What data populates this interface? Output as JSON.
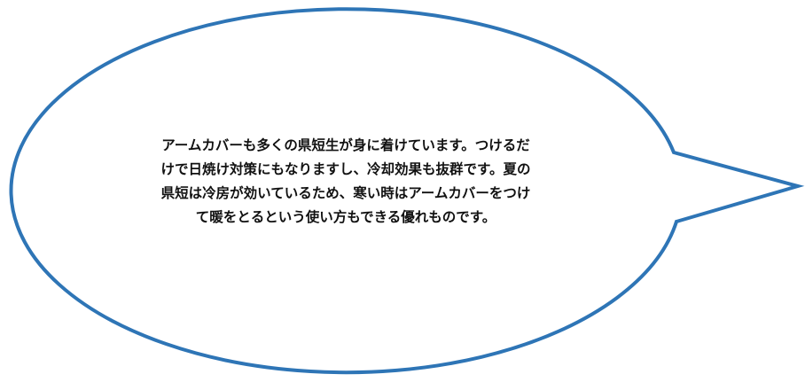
{
  "speech_bubble": {
    "outline_color": "#2e75b6",
    "fill_color": "#ffffff",
    "text_lines": [
      "アームカバーも多くの県短生が身に着けています。つけるだ",
      "けで日焼け対策にもなりますし、冷却効果も抜群です。夏の",
      "県短は冷房が効いているため、寒い時はアームカバーをつけ",
      "て暖をとるという使い方もできる優れものです。"
    ]
  }
}
